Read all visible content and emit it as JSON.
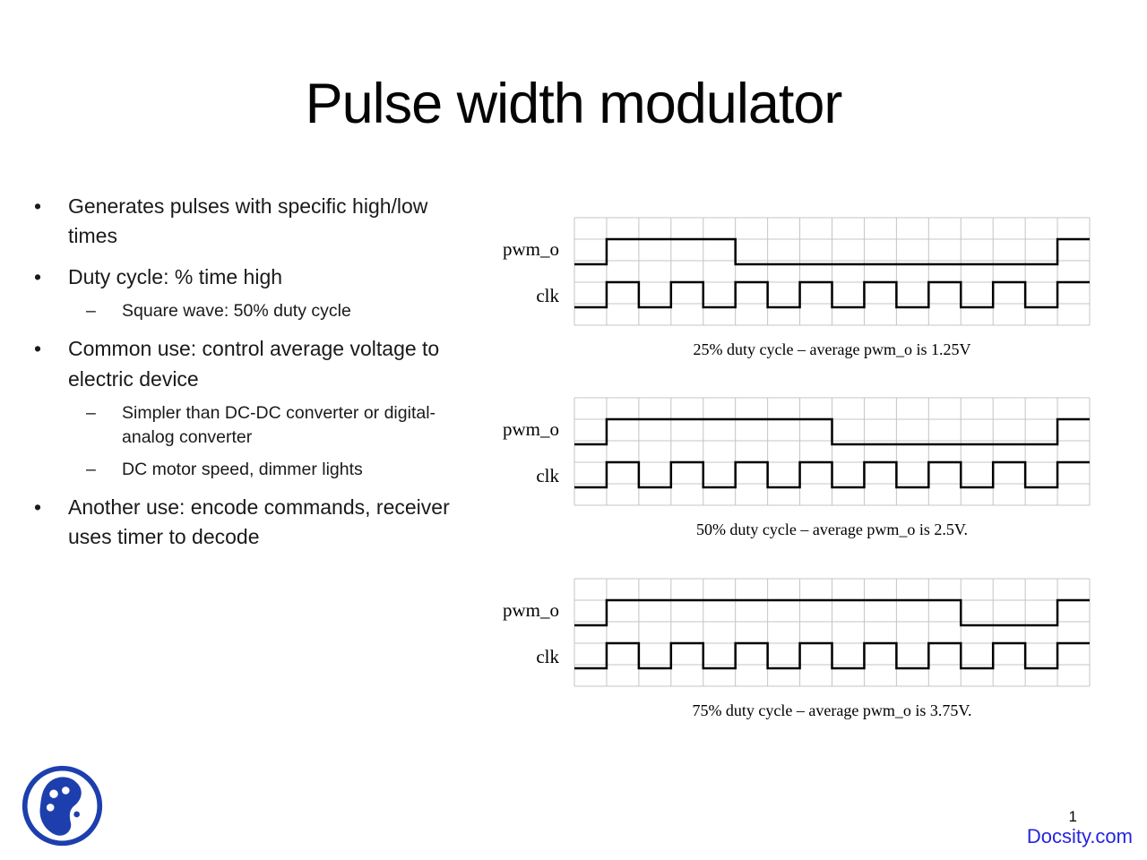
{
  "title": "Pulse width modulator",
  "markers": {
    "level1": "•",
    "level2": "–"
  },
  "bullets": [
    {
      "level": 1,
      "text": "Generates pulses with specific high/low times"
    },
    {
      "level": 1,
      "text": "Duty cycle: % time high"
    },
    {
      "level": 2,
      "text": "Square wave: 50% duty cycle"
    },
    {
      "level": 1,
      "text": "Common use: control average voltage to electric device"
    },
    {
      "level": 2,
      "text": "Simpler than DC-DC converter or digital-analog converter"
    },
    {
      "level": 2,
      "text": "DC motor speed, dimmer lights"
    },
    {
      "level": 1,
      "text": "Another use: encode commands, receiver uses timer to decode"
    }
  ],
  "diagrams": [
    {
      "caption": "25% duty cycle – average pwm_o is 1.25V",
      "duty_cycle_percent": 25,
      "average_pwm_o": "1.25V",
      "signals": [
        {
          "label": "pwm_o",
          "segments": [
            [
              0,
              1
            ],
            [
              1,
              4
            ],
            [
              0,
              10
            ],
            [
              1,
              1
            ]
          ]
        },
        {
          "label": "clk",
          "segments": [
            [
              0,
              1
            ],
            [
              1,
              1
            ],
            [
              0,
              1
            ],
            [
              1,
              1
            ],
            [
              0,
              1
            ],
            [
              1,
              1
            ],
            [
              0,
              1
            ],
            [
              1,
              1
            ],
            [
              0,
              1
            ],
            [
              1,
              1
            ],
            [
              0,
              1
            ],
            [
              1,
              1
            ],
            [
              0,
              1
            ],
            [
              1,
              1
            ],
            [
              0,
              1
            ],
            [
              1,
              1
            ]
          ]
        }
      ]
    },
    {
      "caption": "50% duty cycle – average pwm_o is 2.5V.",
      "duty_cycle_percent": 50,
      "average_pwm_o": "2.5V",
      "signals": [
        {
          "label": "pwm_o",
          "segments": [
            [
              0,
              1
            ],
            [
              1,
              7
            ],
            [
              0,
              7
            ],
            [
              1,
              1
            ]
          ]
        },
        {
          "label": "clk",
          "segments": [
            [
              0,
              1
            ],
            [
              1,
              1
            ],
            [
              0,
              1
            ],
            [
              1,
              1
            ],
            [
              0,
              1
            ],
            [
              1,
              1
            ],
            [
              0,
              1
            ],
            [
              1,
              1
            ],
            [
              0,
              1
            ],
            [
              1,
              1
            ],
            [
              0,
              1
            ],
            [
              1,
              1
            ],
            [
              0,
              1
            ],
            [
              1,
              1
            ],
            [
              0,
              1
            ],
            [
              1,
              1
            ]
          ]
        }
      ]
    },
    {
      "caption": "75% duty cycle – average pwm_o is 3.75V.",
      "duty_cycle_percent": 75,
      "average_pwm_o": "3.75V",
      "signals": [
        {
          "label": "pwm_o",
          "segments": [
            [
              0,
              1
            ],
            [
              1,
              11
            ],
            [
              0,
              3
            ],
            [
              1,
              1
            ]
          ]
        },
        {
          "label": "clk",
          "segments": [
            [
              0,
              1
            ],
            [
              1,
              1
            ],
            [
              0,
              1
            ],
            [
              1,
              1
            ],
            [
              0,
              1
            ],
            [
              1,
              1
            ],
            [
              0,
              1
            ],
            [
              1,
              1
            ],
            [
              0,
              1
            ],
            [
              1,
              1
            ],
            [
              0,
              1
            ],
            [
              1,
              1
            ],
            [
              0,
              1
            ],
            [
              1,
              1
            ],
            [
              0,
              1
            ],
            [
              1,
              1
            ]
          ]
        }
      ]
    }
  ],
  "footer": {
    "page_number": "1",
    "brand": "Docsity.com"
  }
}
